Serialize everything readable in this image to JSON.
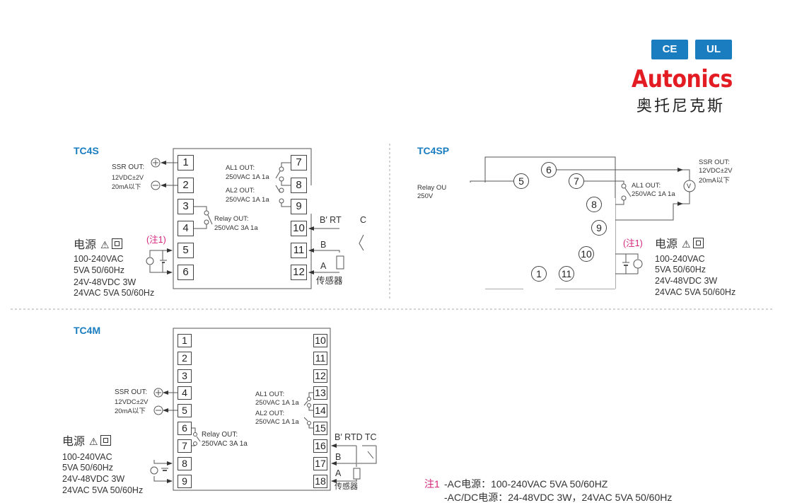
{
  "certifications": [
    "CE",
    "UL"
  ],
  "brand": {
    "name": "Autonics",
    "name_cn": "奥托尼克斯"
  },
  "colors": {
    "accent_blue": "#1a7dc0",
    "brand_red": "#e31c23",
    "note_magenta": "#d4237a"
  },
  "tc4s": {
    "title": "TC4S",
    "terminals_left": [
      "1",
      "2",
      "3",
      "4",
      "5",
      "6"
    ],
    "terminals_right": [
      "7",
      "8",
      "9",
      "10",
      "11",
      "12"
    ],
    "ssr": {
      "label": "SSR OUT:",
      "voltage": "12VDC±2V",
      "current": "20mA以下"
    },
    "al1": {
      "label": "AL1 OUT:",
      "rating": "250VAC 1A 1a"
    },
    "al2": {
      "label": "AL2 OUT:",
      "rating": "250VAC 1A 1a"
    },
    "relay": {
      "label": "Relay OUT:",
      "rating": "250VAC 3A 1a"
    },
    "note_ref": "(注1)",
    "power": {
      "title": "电源",
      "warning": "⚠",
      "lines": [
        "100-240VAC",
        "5VA 50/60Hz",
        "24V-48VDC 3W",
        "24VAC  5VA 50/60Hz"
      ]
    },
    "sensor": {
      "b_prime_rtd": "B′ RT",
      "tc": "C",
      "b": "B",
      "a": "A",
      "label": "传感器"
    }
  },
  "tc4sp": {
    "title": "TC4SP",
    "terminals": [
      "6",
      "5",
      "7",
      "8",
      "9",
      "10",
      "11",
      "1"
    ],
    "ssr": {
      "label": "SSR OUT:",
      "voltage": "12VDC±2V",
      "current": "20mA以下",
      "meter": "V"
    },
    "al1": {
      "label": "AL1 OUT:",
      "rating": "250VAC 1A 1a"
    },
    "relay_fragment": {
      "label": "Relay OU",
      "rating": "250V"
    },
    "note_ref": "(注1)",
    "power": {
      "title": "电源",
      "warning": "⚠",
      "lines": [
        "100-240VAC",
        "5VA 50/60Hz",
        "24V-48VDC 3W",
        "24VAC  5VA 50/60Hz"
      ]
    }
  },
  "tc4m": {
    "title": "TC4M",
    "terminals_left": [
      "1",
      "2",
      "3",
      "4",
      "5",
      "6",
      "7",
      "8",
      "9"
    ],
    "terminals_right": [
      "10",
      "11",
      "12",
      "13",
      "14",
      "15",
      "16",
      "17",
      "18"
    ],
    "ssr": {
      "label": "SSR OUT:",
      "voltage": "12VDC±2V",
      "current": "20mA以下"
    },
    "al1": {
      "label": "AL1 OUT:",
      "rating": "250VAC 1A 1a"
    },
    "al2": {
      "label": "AL2 OUT:",
      "rating": "250VAC 1A 1a"
    },
    "relay": {
      "label": "Relay OUT:",
      "rating": "250VAC 3A 1a"
    },
    "power": {
      "title": "电源",
      "warning": "⚠",
      "lines": [
        "100-240VAC",
        "5VA 50/60Hz",
        "24V-48VDC 3W",
        "24VAC 5VA 50/60Hz"
      ]
    },
    "sensor": {
      "header": "B′ RTD  TC",
      "b": "B",
      "a": "A",
      "label": "传感器"
    }
  },
  "notes": {
    "ref": "注1",
    "lines": [
      "-AC电源：100-240VAC 5VA 50/60HZ",
      "-AC/DC电源：24-48VDC 3W，24VAC 5VA  50/60Hz"
    ]
  }
}
